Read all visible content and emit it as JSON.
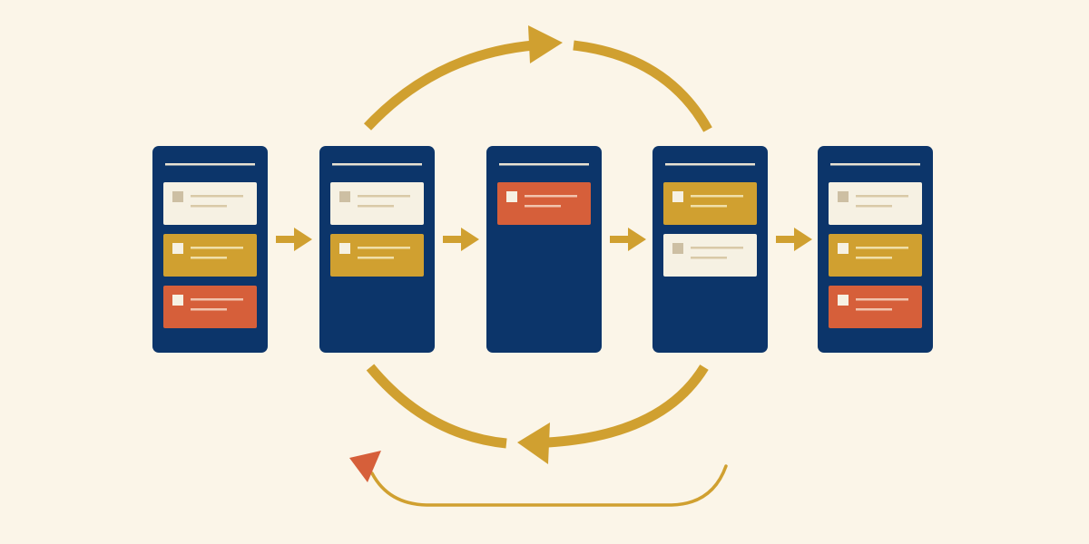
{
  "colors": {
    "background": "#fbf5e8",
    "board": "#0c356a",
    "board_rule": "#e9e2d2",
    "gold": "#d0a030",
    "red": "#d65f3a",
    "cream": "#f6f1e3",
    "placeholder_square": "#cdbfa3",
    "cream_line": "#d9c9a7",
    "gold_line": "#f0dfa9",
    "red_line": "#f1c3ad"
  },
  "boards": [
    {
      "id": "board-1",
      "cards": [
        "cream",
        "gold",
        "red"
      ]
    },
    {
      "id": "board-2",
      "cards": [
        "cream",
        "gold"
      ]
    },
    {
      "id": "board-3",
      "cards": [
        "red"
      ]
    },
    {
      "id": "board-4",
      "cards": [
        "gold",
        "cream"
      ]
    },
    {
      "id": "board-5",
      "cards": [
        "cream",
        "gold",
        "red"
      ]
    }
  ],
  "connectors": [
    "arrow-right",
    "arrow-right",
    "arrow-right",
    "arrow-right"
  ],
  "cycle_arrows": [
    "top-arc-arrow-right",
    "bottom-arc-arrow-left"
  ],
  "feedback_arrow": {
    "head_color": "red",
    "direction": "up-left"
  }
}
